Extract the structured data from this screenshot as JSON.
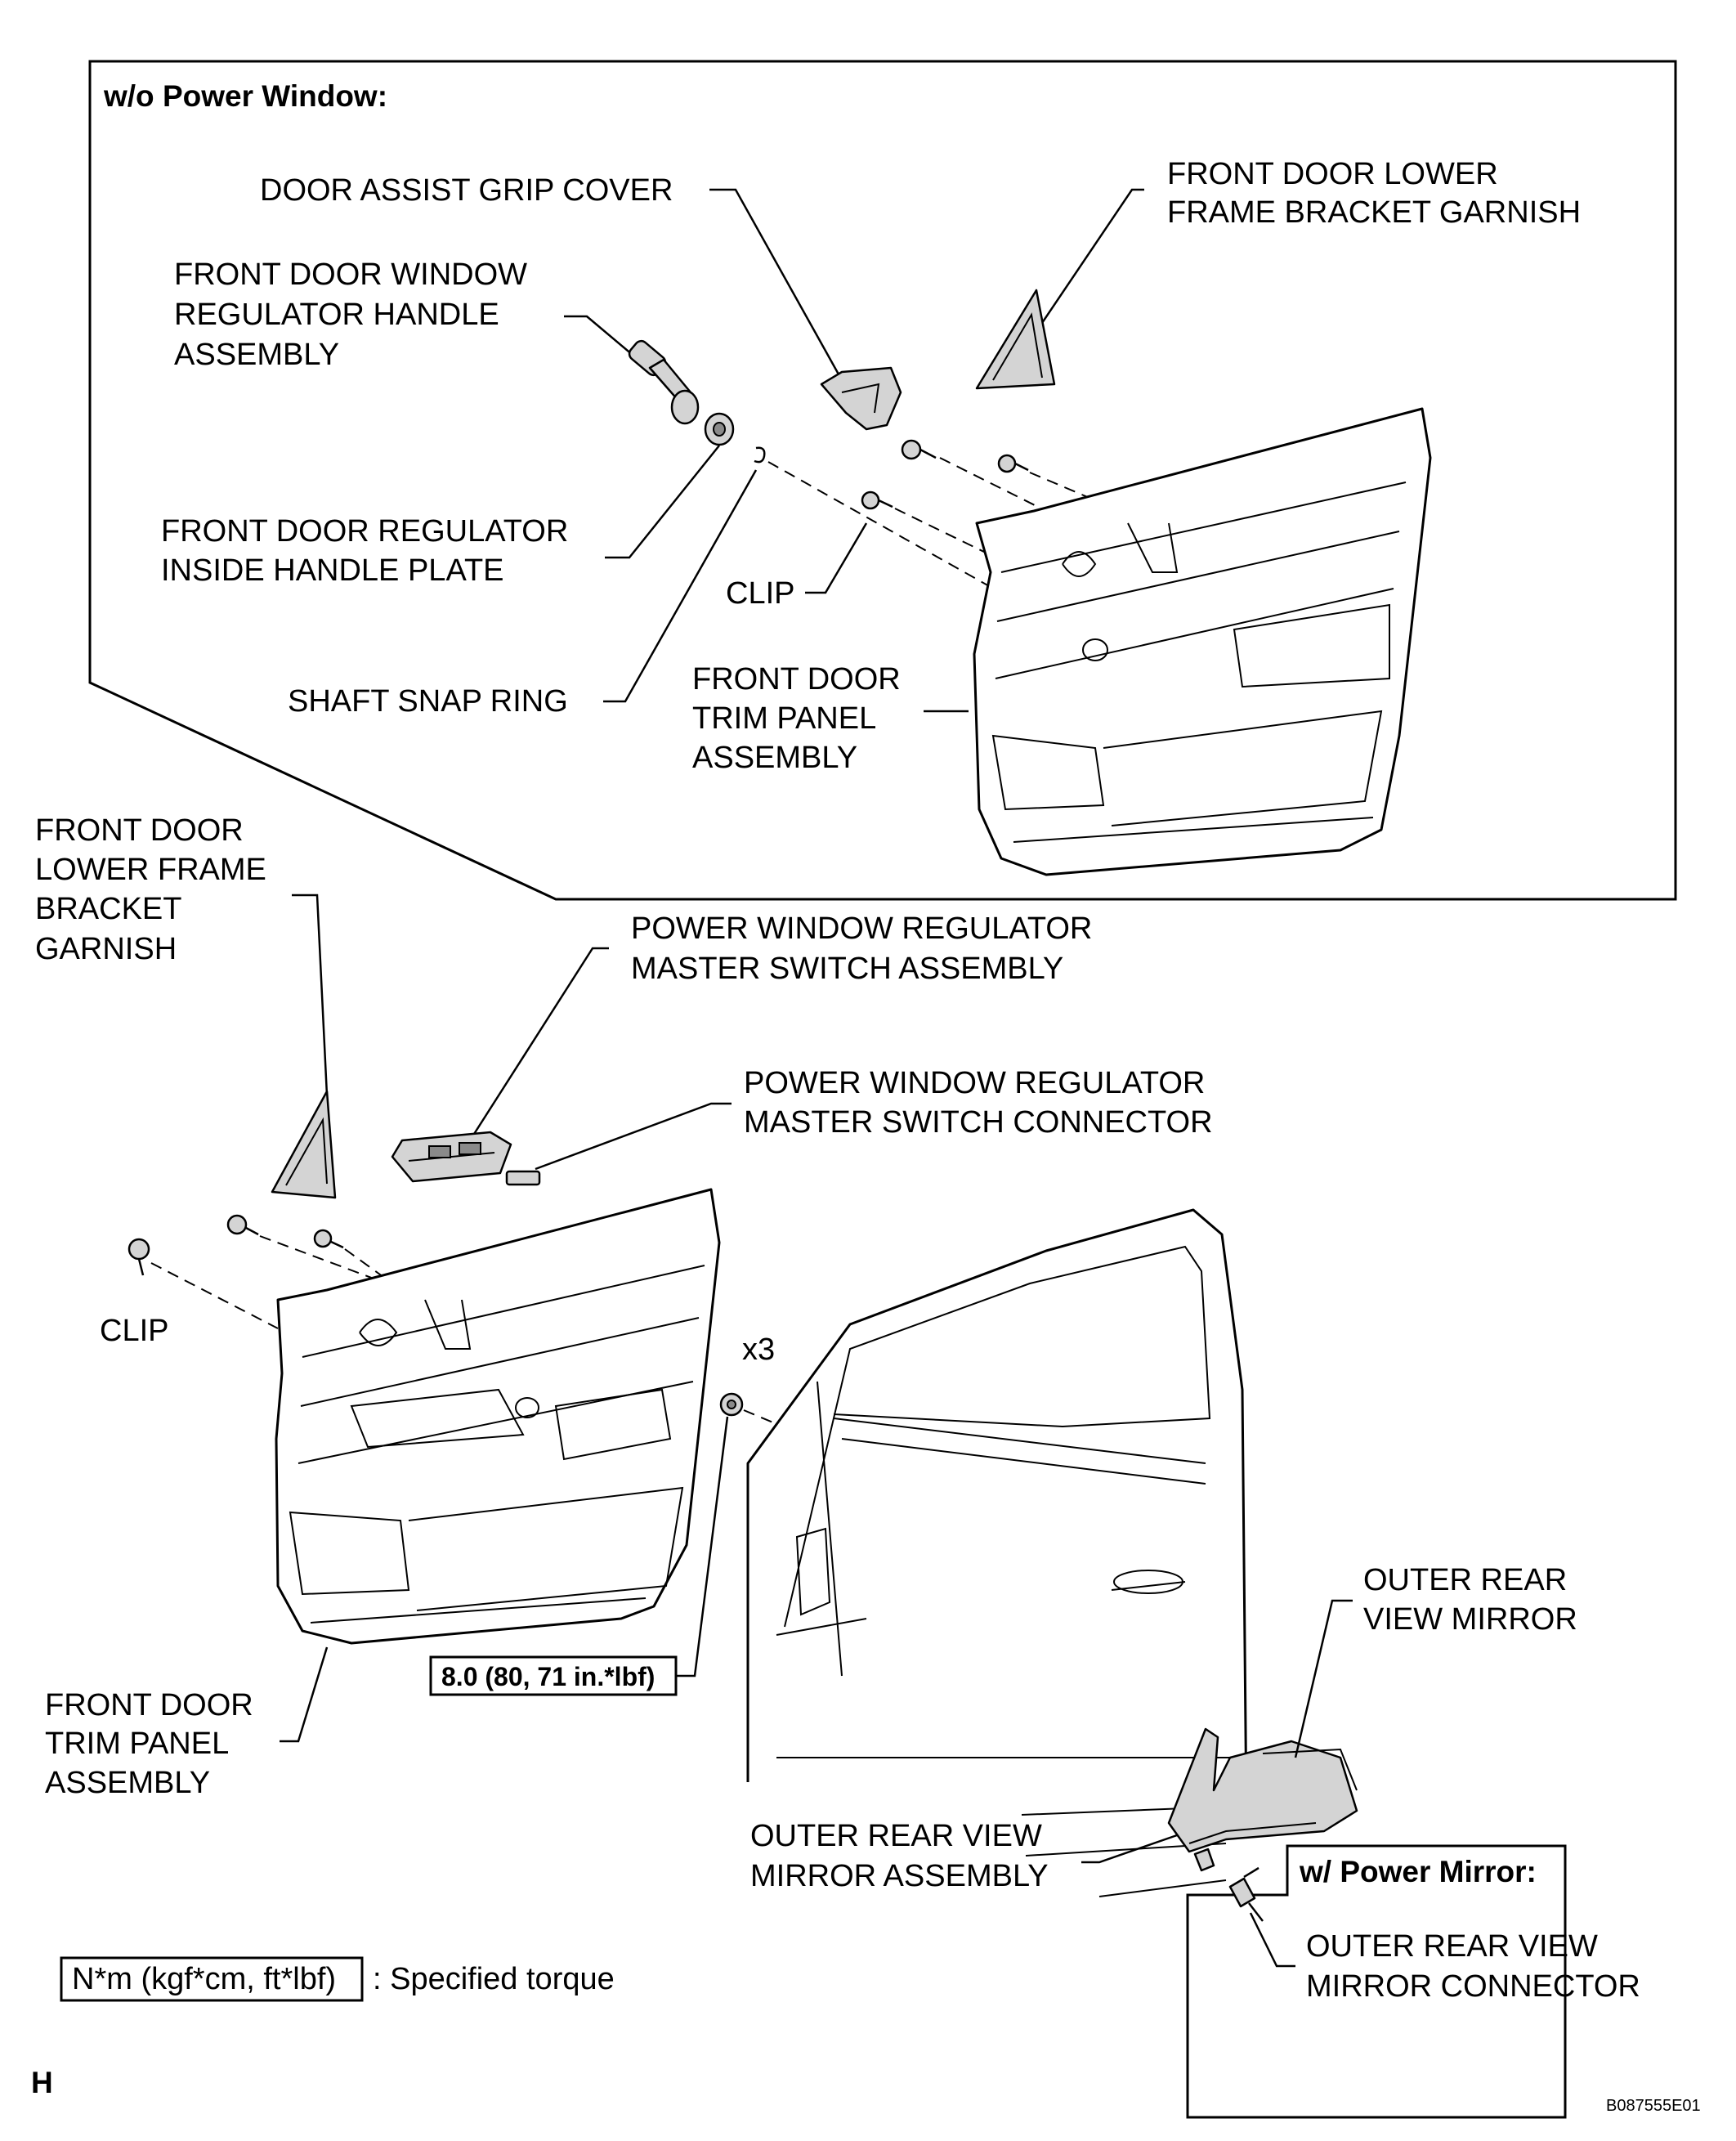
{
  "panels": {
    "without_power_window": "w/o Power Window:",
    "with_power_mirror": "w/ Power Mirror:"
  },
  "labels": {
    "door_assist_grip_cover": "DOOR ASSIST GRIP COVER",
    "upper_lower_frame_bracket_garnish": [
      "FRONT DOOR LOWER",
      "FRAME BRACKET GARNISH"
    ],
    "window_regulator_handle": [
      "FRONT DOOR WINDOW",
      "REGULATOR HANDLE",
      "ASSEMBLY"
    ],
    "regulator_inside_handle_plate": [
      "FRONT DOOR REGULATOR",
      "INSIDE HANDLE PLATE"
    ],
    "clip_upper": "CLIP",
    "shaft_snap_ring": "SHAFT SNAP RING",
    "upper_trim_panel": [
      "FRONT DOOR",
      "TRIM PANEL",
      "ASSEMBLY"
    ],
    "lower_frame_bracket_garnish": [
      "FRONT DOOR",
      "LOWER FRAME",
      "BRACKET",
      "GARNISH"
    ],
    "master_switch_assembly": [
      "POWER WINDOW REGULATOR",
      "MASTER SWITCH ASSEMBLY"
    ],
    "master_switch_connector": [
      "POWER WINDOW REGULATOR",
      "MASTER SWITCH CONNECTOR"
    ],
    "clip_lower": "CLIP",
    "quantity": "x3",
    "torque": "8.0 (80, 71 in.*lbf)",
    "lower_trim_panel": [
      "FRONT DOOR",
      "TRIM PANEL",
      "ASSEMBLY"
    ],
    "outer_rear_view_mirror": [
      "OUTER REAR",
      "VIEW MIRROR"
    ],
    "outer_rear_view_mirror_assembly": [
      "OUTER REAR VIEW",
      "MIRROR ASSEMBLY"
    ],
    "outer_rear_view_mirror_connector": [
      "OUTER REAR VIEW",
      "MIRROR CONNECTOR"
    ]
  },
  "legend": {
    "box_text": "N*m (kgf*cm, ft*lbf)",
    "description": ": Specified torque"
  },
  "footer": {
    "page_letter": "H",
    "figure_code": "B087555E01"
  }
}
